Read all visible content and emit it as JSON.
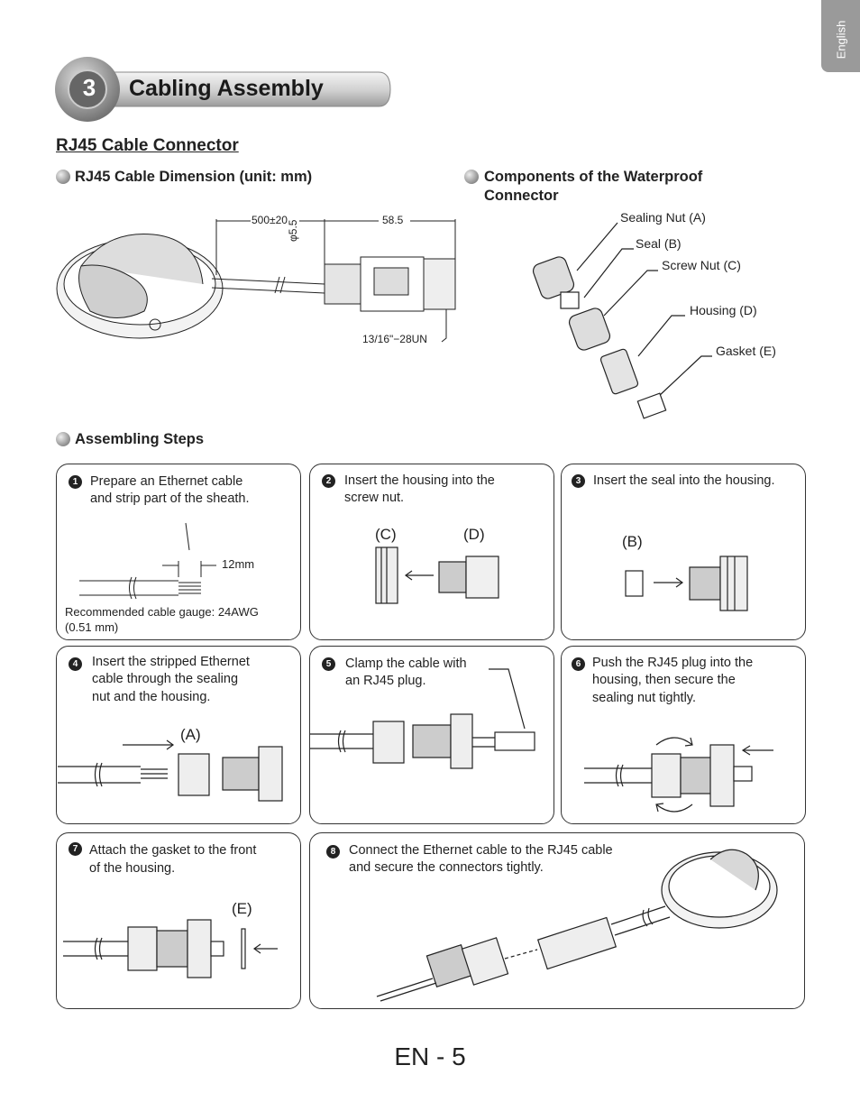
{
  "language_tab": "English",
  "section": {
    "number": "3",
    "title": "Cabling Assembly"
  },
  "subsection_title": "RJ45 Cable Connector",
  "dimension": {
    "heading": "RJ45 Cable Dimension (unit: mm)",
    "length_label": "500±20",
    "connector_label": "58.5",
    "diameter_label": "φ5.5",
    "thread_label": "13/16\"−28UN"
  },
  "components": {
    "heading_line1": "Components of the Waterproof",
    "heading_line2": "Connector",
    "items": [
      "Sealing Nut (A)",
      "Seal (B)",
      "Screw Nut (C)",
      "Housing (D)",
      "Gasket (E)"
    ]
  },
  "assembling": {
    "heading": "Assembling Steps",
    "steps": [
      {
        "num": "1",
        "line1": "Prepare an Ethernet cable",
        "line2": "and strip part of the sheath.",
        "measure": "12mm",
        "note_line1": "Recommended cable gauge: 24AWG",
        "note_line2": "(0.51 mm)"
      },
      {
        "num": "2",
        "line1": "Insert the housing into the",
        "line2": "screw nut.",
        "label_a": "(C)",
        "label_b": "(D)"
      },
      {
        "num": "3",
        "line1": "Insert the seal into the housing.",
        "label_a": "(B)"
      },
      {
        "num": "4",
        "line1": "Insert the stripped Ethernet",
        "line2": "cable through the sealing",
        "line3": "nut and the housing.",
        "label_a": "(A)"
      },
      {
        "num": "5",
        "line1": "Clamp the cable with",
        "line2": "an RJ45 plug."
      },
      {
        "num": "6",
        "line1": "Push the RJ45 plug into the",
        "line2": "housing, then secure the",
        "line3": "sealing nut tightly."
      },
      {
        "num": "7",
        "line1": "Attach the gasket to the front",
        "line2": "of the housing.",
        "label_a": "(E)"
      },
      {
        "num": "8",
        "line1": "Connect the Ethernet cable to the RJ45 cable",
        "line2": "and secure the connectors tightly."
      }
    ]
  },
  "page_number": "EN - 5",
  "colors": {
    "tab_gray": "#9a9a9a",
    "text": "#222222",
    "banner_light": "#e8e8e8",
    "banner_dark": "#8a8a8a"
  }
}
